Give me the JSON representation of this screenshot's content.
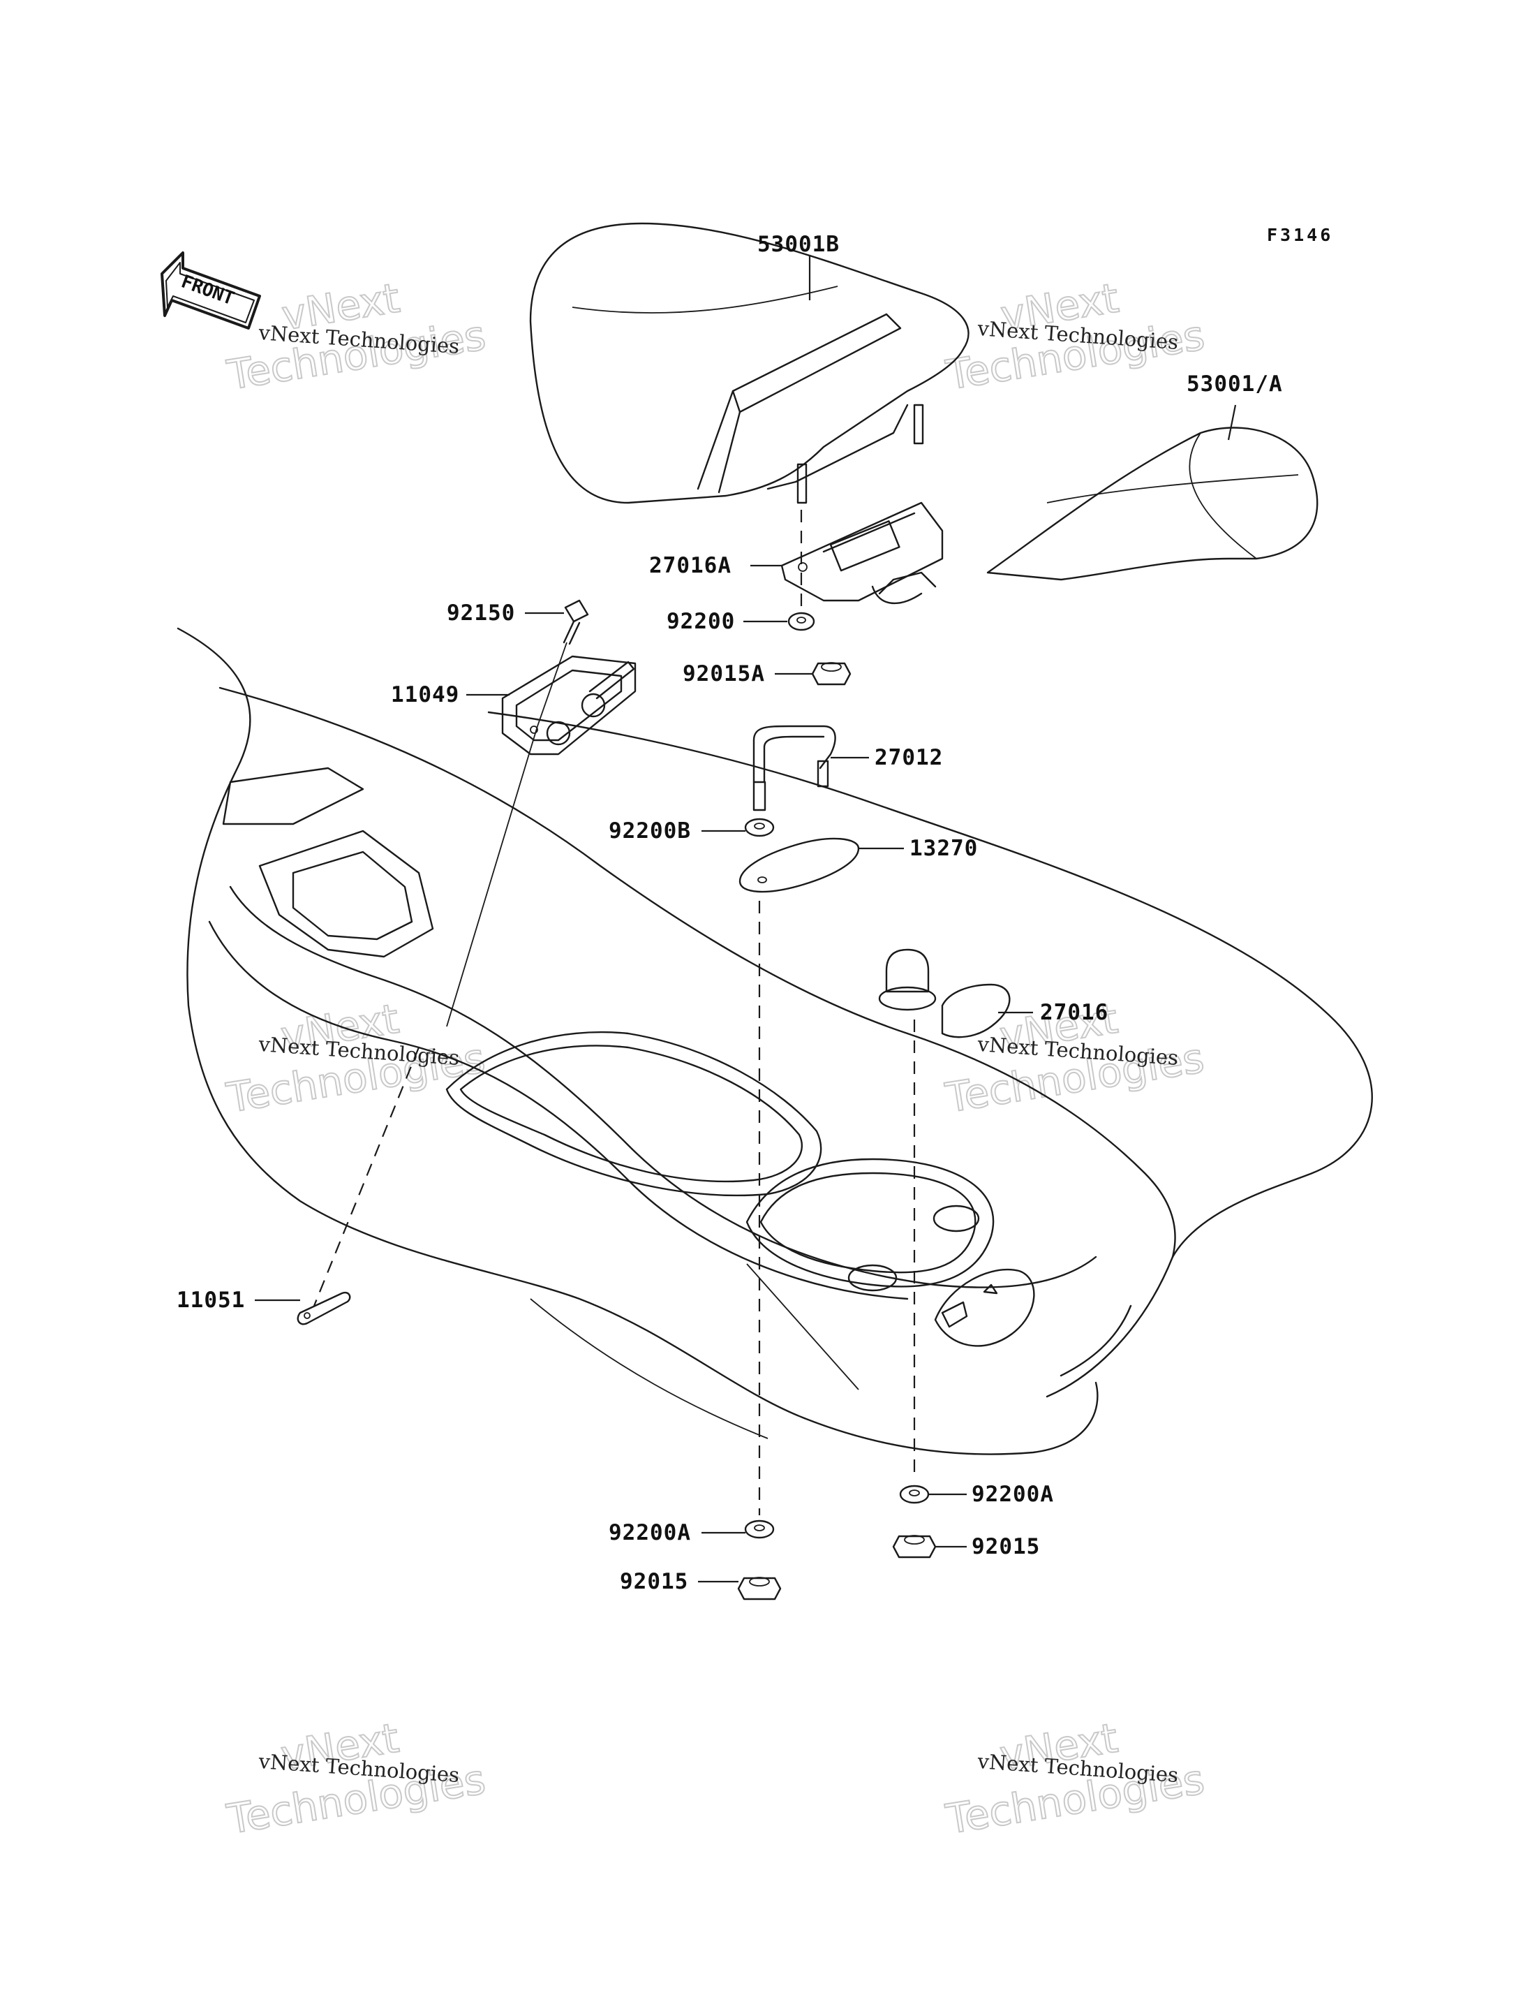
{
  "figure_id": "F3146",
  "front_label": "FRONT",
  "watermark": {
    "line": "vNext Technologies",
    "big_top": "vNext",
    "big_bottom": "Technologies"
  },
  "parts": [
    {
      "id": "p53001B",
      "label": "53001B"
    },
    {
      "id": "p53001A",
      "label": "53001/A"
    },
    {
      "id": "p27016A",
      "label": "27016A"
    },
    {
      "id": "p92200",
      "label": "92200"
    },
    {
      "id": "p92015A",
      "label": "92015A"
    },
    {
      "id": "p92150",
      "label": "92150"
    },
    {
      "id": "p11049",
      "label": "11049"
    },
    {
      "id": "p27012",
      "label": "27012"
    },
    {
      "id": "p92200B",
      "label": "92200B"
    },
    {
      "id": "p13270",
      "label": "13270"
    },
    {
      "id": "p27016",
      "label": "27016"
    },
    {
      "id": "p11051",
      "label": "11051"
    },
    {
      "id": "p92200A_r",
      "label": "92200A"
    },
    {
      "id": "p92015_r",
      "label": "92015"
    },
    {
      "id": "p92200A_l",
      "label": "92200A"
    },
    {
      "id": "p92015_l",
      "label": "92015"
    }
  ]
}
